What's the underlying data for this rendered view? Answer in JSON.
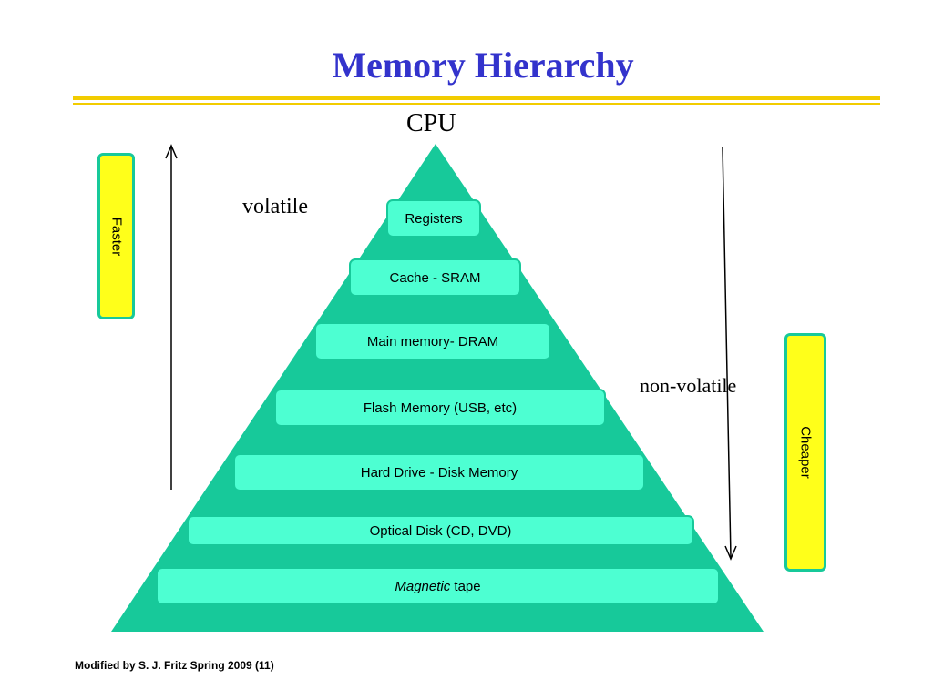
{
  "title": "Memory Hierarchy",
  "apex_label": "CPU",
  "volatile_label": "volatile",
  "nonvolatile_label": "non-volatile",
  "levels": [
    {
      "label": "Registers"
    },
    {
      "label": "Cache - SRAM"
    },
    {
      "label": "Main memory- DRAM"
    },
    {
      "label": "Flash Memory (USB, etc)"
    },
    {
      "label": "Hard Drive  - Disk Memory"
    },
    {
      "label": "Optical Disk (CD, DVD)"
    },
    {
      "label_italic": "Magnetic",
      "label_rest": " tape"
    }
  ],
  "faster_label": "Faster",
  "cheaper_label": "Cheaper",
  "footer": "Modified by S. J. Fritz  Spring 2009 (11)",
  "colors": {
    "title": "#3333cc",
    "rule": "#f2cc00",
    "pyramid": "#17c99a",
    "level_fill": "#4dffd2",
    "side_box_fill": "#ffff1a"
  }
}
